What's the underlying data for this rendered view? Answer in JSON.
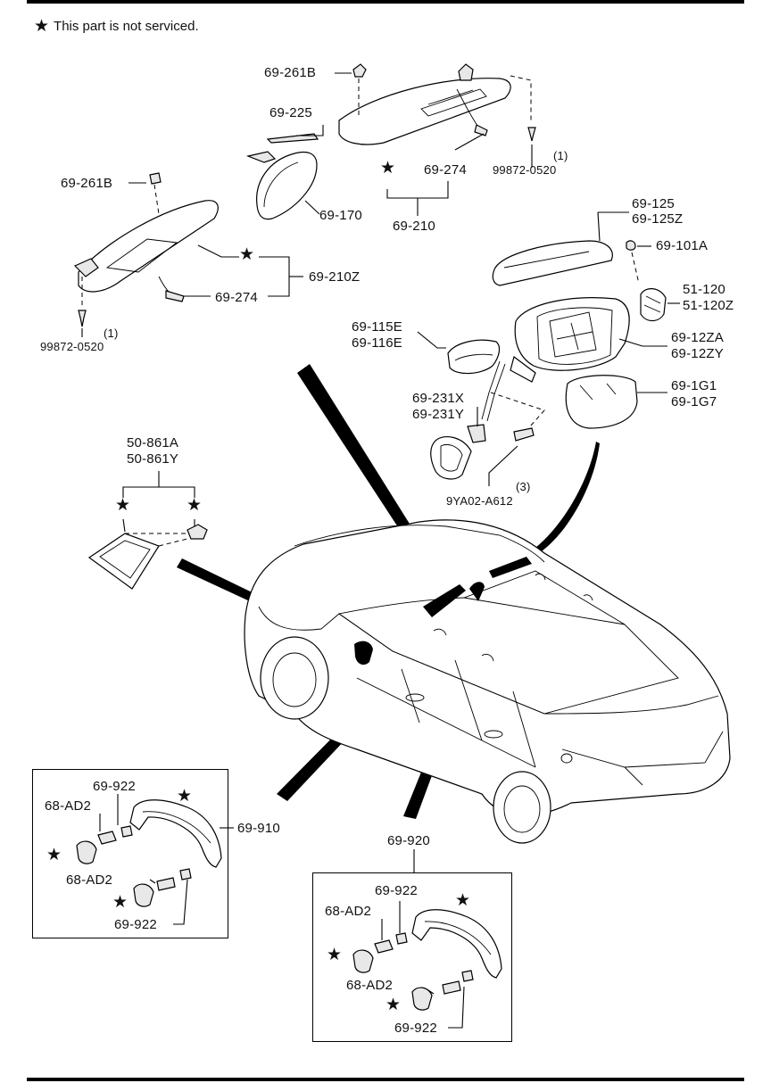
{
  "note": {
    "star": "★",
    "text": "This part is not serviced."
  },
  "labels": {
    "p69_261B_a": "69-261B",
    "p69_225": "69-225",
    "p69_274_a": "69-274",
    "p99872_a_qty": "(1)",
    "p99872_a": "99872-0520",
    "p69_261B_b": "69-261B",
    "p69_170": "69-170",
    "p69_210": "69-210",
    "p69_210Z": "69-210Z",
    "p69_274_b": "69-274",
    "p99872_b_qty": "(1)",
    "p99872_b": "99872-0520",
    "p69_125": "69-125",
    "p69_125Z": "69-125Z",
    "p69_101A": "69-101A",
    "p51_120": "51-120",
    "p51_120Z": "51-120Z",
    "p69_115E": "69-115E",
    "p69_116E": "69-116E",
    "p69_12ZA": "69-12ZA",
    "p69_12ZY": "69-12ZY",
    "p69_1G1": "69-1G1",
    "p69_1G7": "69-1G7",
    "p69_231X": "69-231X",
    "p69_231Y": "69-231Y",
    "p9YA02_qty": "(3)",
    "p9YA02": "9YA02-A612",
    "p50_861A": "50-861A",
    "p50_861Y": "50-861Y",
    "p69_910": "69-910",
    "p69_922_a": "69-922",
    "p68_AD2_a": "68-AD2",
    "p68_AD2_b": "68-AD2",
    "p69_922_b": "69-922",
    "p69_920": "69-920",
    "p69_922_c": "69-922",
    "p68_AD2_c": "68-AD2",
    "p68_AD2_d": "68-AD2",
    "p69_922_d": "69-922"
  },
  "icons": [
    "star-icon",
    "sun-visor",
    "rearview-mirror",
    "door-mirror",
    "assist-grip",
    "triangle-glass",
    "sedan-car"
  ]
}
